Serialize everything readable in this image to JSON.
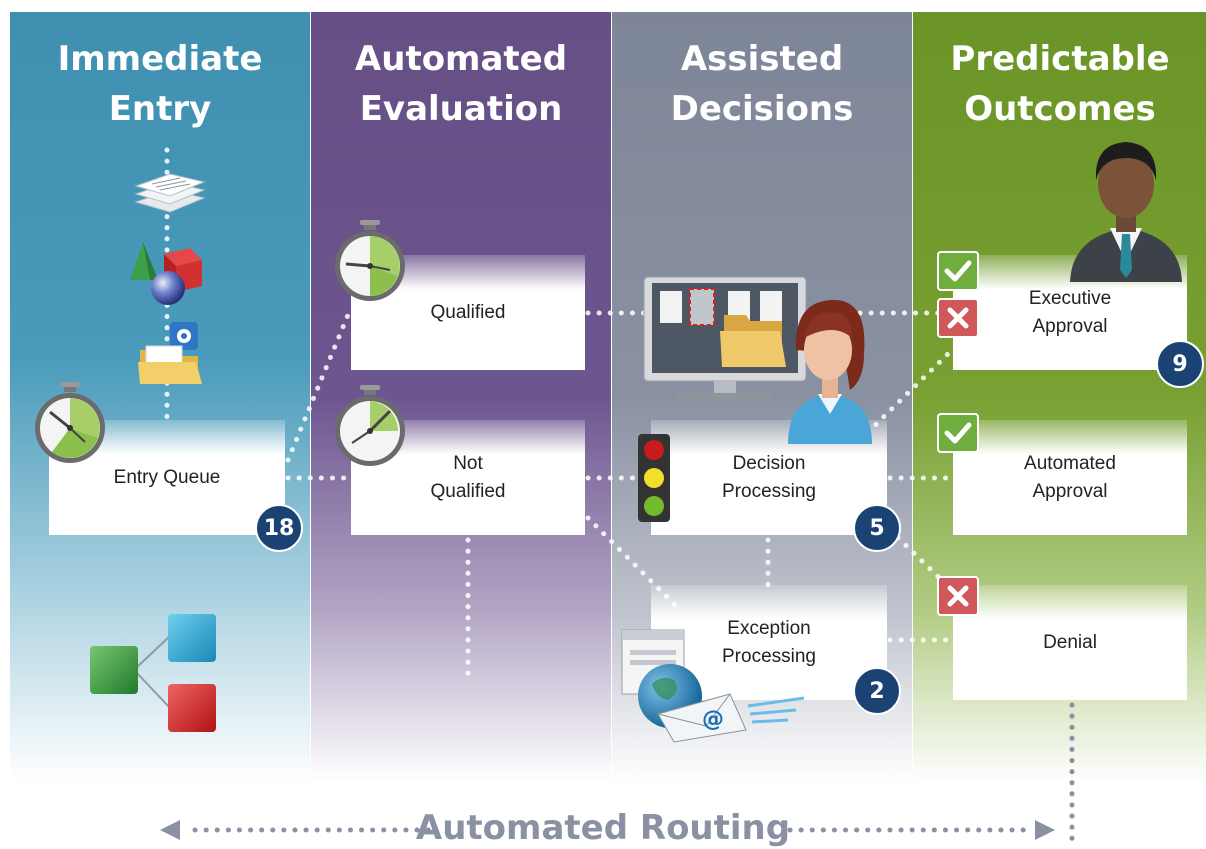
{
  "columns": [
    {
      "title": "Immediate\nEntry"
    },
    {
      "title": "Automated\nEvaluation"
    },
    {
      "title": "Assisted\nDecisions"
    },
    {
      "title": "Predictable\nOutcomes"
    }
  ],
  "boxes": {
    "entry_queue": "Entry Queue",
    "qualified": "Qualified",
    "not_qualified": "Not\nQualified",
    "decision_processing": "Decision\nProcessing",
    "exception_processing": "Exception\nProcessing",
    "executive_approval": "Executive\nApproval",
    "automated_approval": "Automated\nApproval",
    "denial": "Denial"
  },
  "badges": {
    "entry_queue": "18",
    "decision_processing": "5",
    "exception_processing": "2",
    "executive_approval": "9"
  },
  "footer": {
    "routing_label": "Automated Routing"
  },
  "colors": {
    "immediate_entry": "#4a9bbb",
    "automated_evaluation": "#6d5690",
    "assisted_decisions": "#8a91a2",
    "predictable_outcomes": "#78a032",
    "badge": "#1a4374"
  },
  "icons": [
    "documents-icon",
    "shapes-icon",
    "folder-gear-icon",
    "stopwatch-icon",
    "hierarchy-icon",
    "computer-monitor-icon",
    "woman-agent-icon",
    "traffic-light-icon",
    "globe-email-icon",
    "businessman-icon",
    "approve-check-icon",
    "deny-x-icon"
  ]
}
